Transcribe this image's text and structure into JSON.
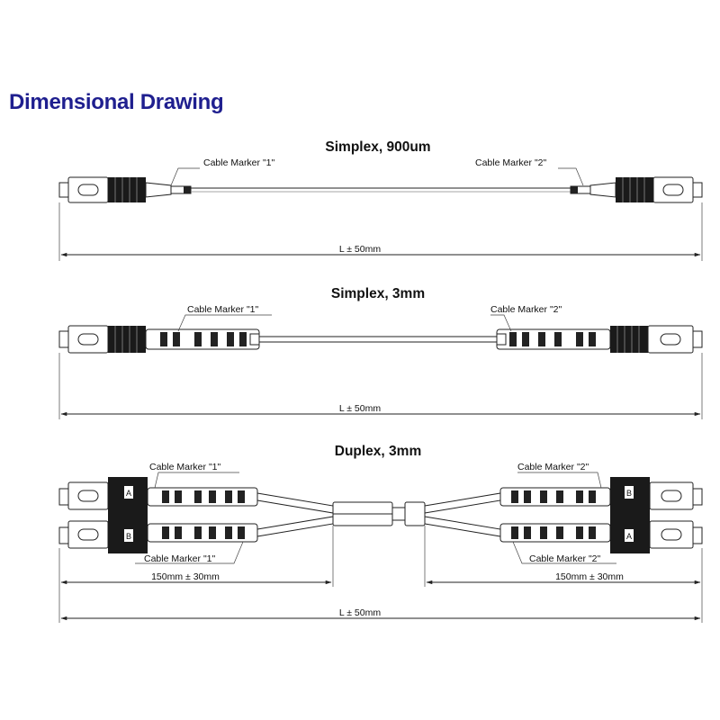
{
  "page_title": "Dimensional Drawing",
  "sections": {
    "simplex_900": {
      "title": "Simplex, 900um",
      "marker_left": "Cable Marker \"1\"",
      "marker_right": "Cable Marker \"2\"",
      "length": "L ± 50mm"
    },
    "simplex_3mm": {
      "title": "Simplex, 3mm",
      "marker_left": "Cable Marker \"1\"",
      "marker_right": "Cable Marker \"2\"",
      "length": "L ± 50mm"
    },
    "duplex_3mm": {
      "title": "Duplex, 3mm",
      "marker_top_left": "Cable Marker \"1\"",
      "marker_bottom_left": "Cable Marker \"1\"",
      "marker_top_right": "Cable Marker \"2\"",
      "marker_bottom_right": "Cable Marker \"2\"",
      "breakout_left": "150mm ± 30mm",
      "breakout_right": "150mm ± 30mm",
      "length": "L ± 50mm",
      "port_labels_left": [
        "A",
        "B"
      ],
      "port_labels_right": [
        "B",
        "A"
      ]
    }
  }
}
